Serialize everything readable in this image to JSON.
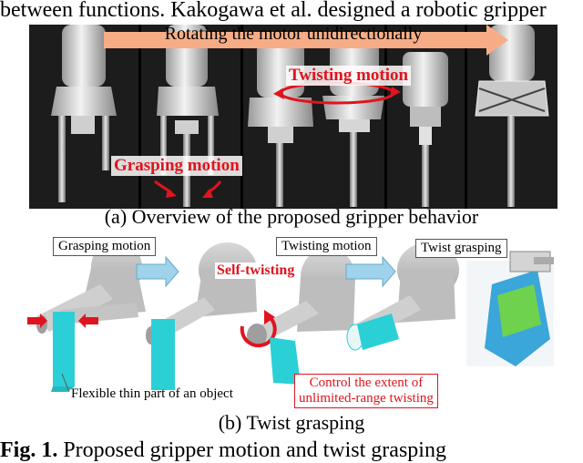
{
  "top_text": "between functions. Kakogawa et al. designed a robotic gripper",
  "photo": {
    "arrow_label": "Rotating the motor unidirectionally",
    "twisting_label": "Twisting motion",
    "grasping_label": "Grasping motion"
  },
  "caption_a": "(a) Overview of the proposed gripper behavior",
  "diagram": {
    "grasping_box": "Grasping motion",
    "twisting_box": "Twisting motion",
    "twist_grasping_box": "Twist grasping",
    "self_twisting": "Self-twisting",
    "flexible_label": "Flexible thin part of an object",
    "control_line1": "Control the extent of",
    "control_line2": "unlimited-range twisting"
  },
  "caption_b": "(b) Twist grasping",
  "fig_caption": {
    "label": "Fig. 1.",
    "text": " Proposed gripper motion and twist grasping"
  },
  "colors": {
    "red": "#e0141e",
    "cyan": "#2ad0d6",
    "arrow_blue": "#9fd3ec",
    "photo_bg": "#1c1c1c"
  }
}
